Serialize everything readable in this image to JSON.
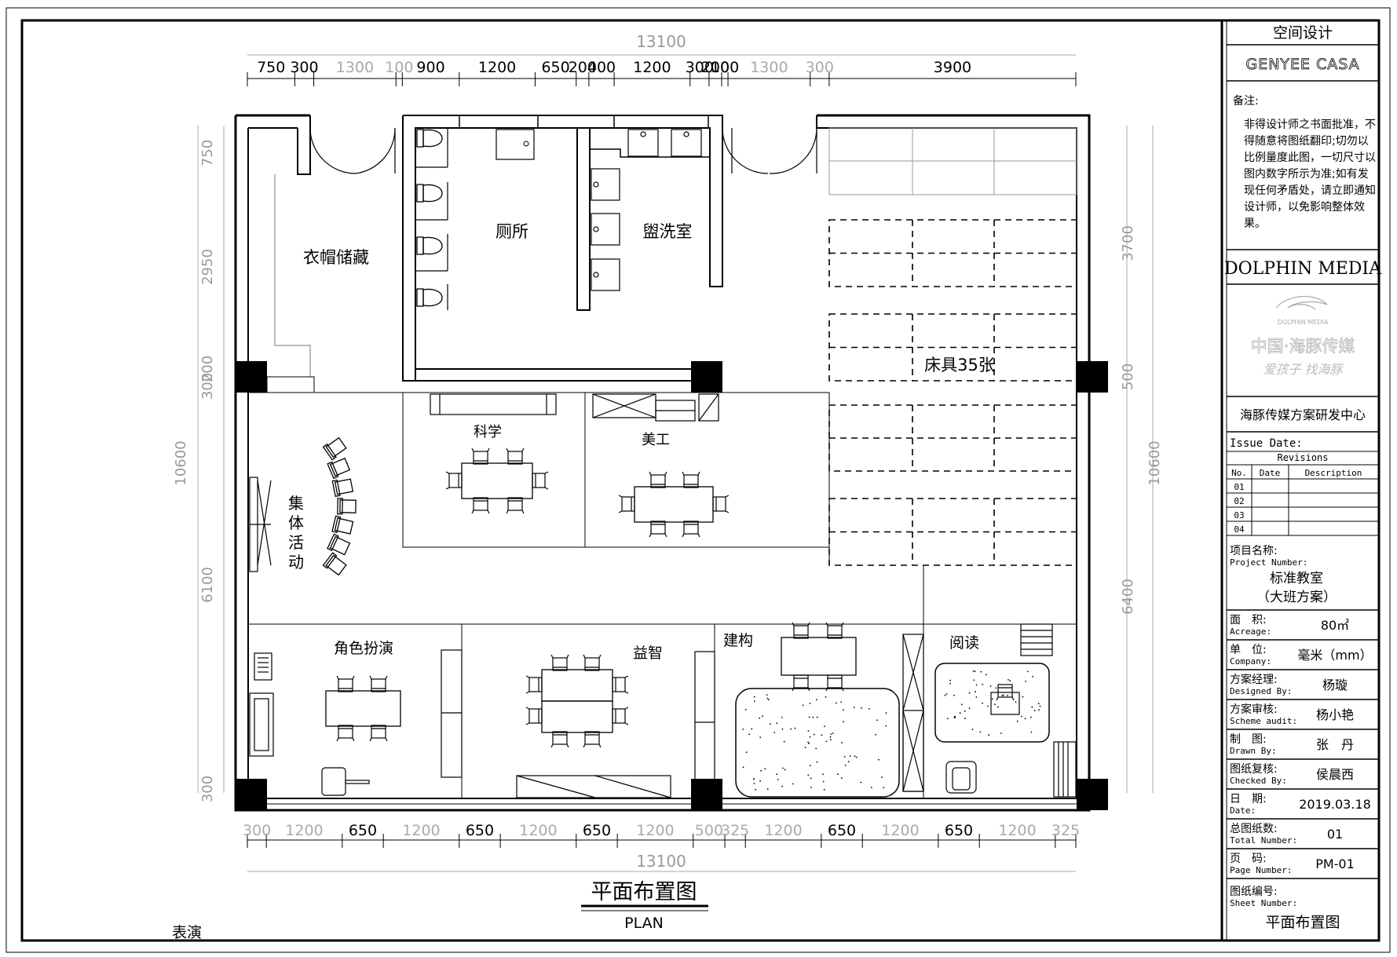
{
  "rooms": {
    "wardrobe": "衣帽储藏",
    "toilet": "厕所",
    "washroom": "盥洗室",
    "beds": "床具35张",
    "group_activity": "集体活动",
    "science": "科学",
    "art": "美工",
    "role_play": "角色扮演",
    "puzzle": "益智",
    "construction": "建构",
    "reading": "阅读",
    "performance": "表演"
  },
  "dimensions": {
    "total_width": "13100",
    "top": [
      "750",
      "300",
      "1300",
      "100",
      "900",
      "1200",
      "650",
      "200",
      "400",
      "1200",
      "300",
      "200",
      "100",
      "1300",
      "300",
      "3900"
    ],
    "bottom": [
      "300",
      "1200",
      "650",
      "1200",
      "650",
      "1200",
      "650",
      "1200",
      "500",
      "325",
      "1200",
      "650",
      "1200",
      "650",
      "1200",
      "325"
    ],
    "left": [
      "750",
      "2950",
      "200",
      "300",
      "10600",
      "6100",
      "300"
    ],
    "right": [
      "3700",
      "500",
      "10600",
      "6400"
    ]
  },
  "plan_title": "平面布置图",
  "plan_subtitle": "PLAN",
  "titleblock": {
    "header": "空间设计",
    "brand": "GENYEE CASA",
    "notes_label": "备注:",
    "notes_lines": [
      "非得设计师之书面批准，不",
      "得随意将图纸翻印;切勿以",
      "比例量度此图，一切尺寸以",
      "图内数字所示为准;如有发",
      "现任何矛盾处，请立即通知",
      "设计师，以免影响整体效",
      "果。"
    ],
    "company": "DOLPHIN MEDIA",
    "logo_small": "DOLPHIN MEDIA",
    "slogan_main": "中国·海豚传媒",
    "slogan_sub": "爱孩子  找海豚",
    "center": "海豚传媒方案研发中心",
    "issue_date_label": "Issue Date:",
    "revisions_label": "Revisions",
    "rev_headers": [
      "No.",
      "Date",
      "Description"
    ],
    "rev_rows": [
      "01",
      "02",
      "03",
      "04"
    ],
    "project_label": "项目名称:",
    "project_label_en": "Project Number:",
    "project_name": "标准教室",
    "project_sub": "（大班方案）",
    "rows": [
      {
        "cn": "面　积:",
        "en": "Acreage:",
        "value": "80㎡"
      },
      {
        "cn": "单　位:",
        "en": "Company:",
        "value": "毫米（mm）"
      },
      {
        "cn": "方案经理:",
        "en": "Designed By:",
        "value": "杨璇"
      },
      {
        "cn": "方案审核:",
        "en": "Scheme audit:",
        "value": "杨小艳"
      },
      {
        "cn": "制　图:",
        "en": "Drawn By:",
        "value": "张　丹"
      },
      {
        "cn": "图纸复核:",
        "en": "Checked By:",
        "value": "侯晨西"
      },
      {
        "cn": "日　期:",
        "en": "Date:",
        "value": "2019.03.18"
      },
      {
        "cn": "总图纸数:",
        "en": "Total Number:",
        "value": "01"
      },
      {
        "cn": "页　码:",
        "en": "Page Number:",
        "value": "PM-01"
      }
    ],
    "sheet_label": "图纸编号:",
    "sheet_label_en": "Sheet Number:",
    "sheet_value": "平面布置图"
  }
}
